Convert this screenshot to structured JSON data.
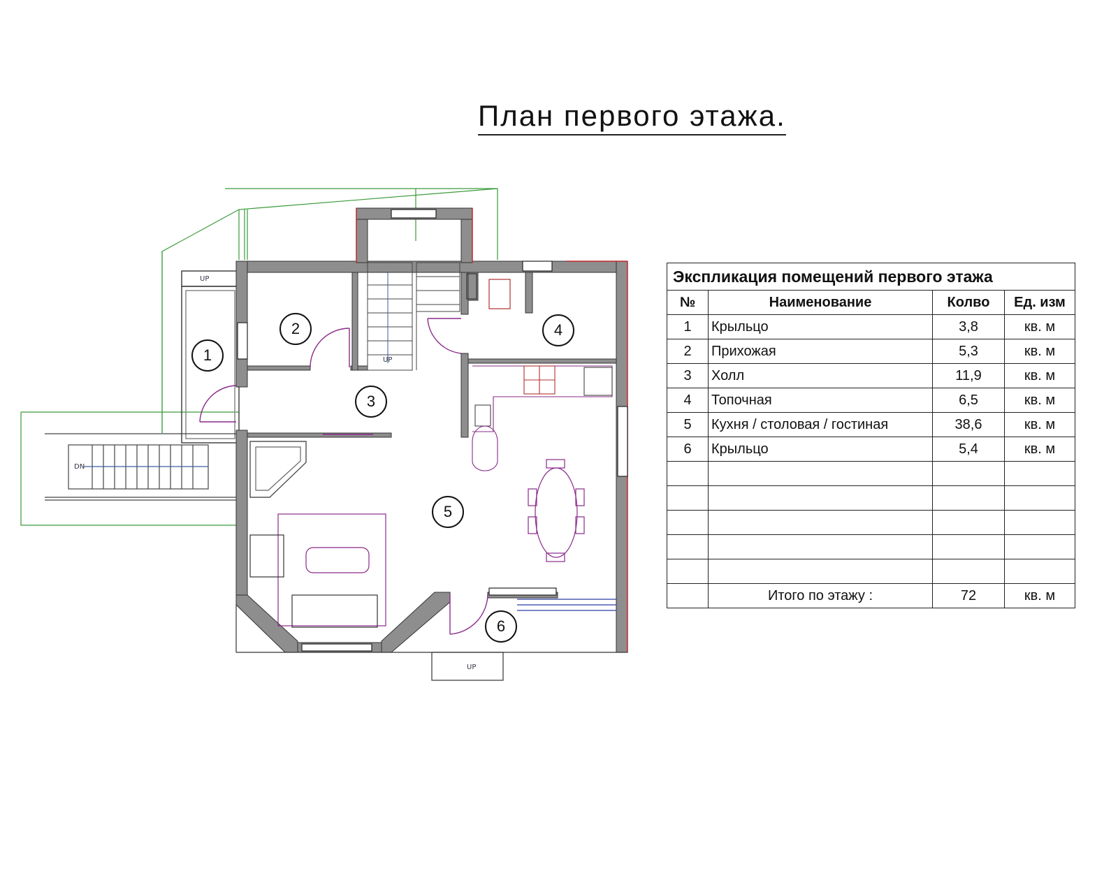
{
  "title": "План  первого  этажа.",
  "rooms": [
    {
      "num": "1"
    },
    {
      "num": "2"
    },
    {
      "num": "3"
    },
    {
      "num": "4"
    },
    {
      "num": "5"
    },
    {
      "num": "6"
    }
  ],
  "stairs": {
    "up_1": "UP",
    "up_2": "UP",
    "up_3": "UP",
    "dn": "DN"
  },
  "explication": {
    "caption": "Экспликация помещений первого этажа",
    "headers": [
      "№",
      "Наименование",
      "Колво",
      "Ед. изм"
    ],
    "rows": [
      {
        "n": "1",
        "name": "Крыльцо",
        "qty": "3,8",
        "unit": "кв. м"
      },
      {
        "n": "2",
        "name": "Прихожая",
        "qty": "5,3",
        "unit": "кв. м"
      },
      {
        "n": "3",
        "name": "Холл",
        "qty": "11,9",
        "unit": "кв. м"
      },
      {
        "n": "4",
        "name": "Топочная",
        "qty": "6,5",
        "unit": "кв. м"
      },
      {
        "n": "5",
        "name": "Кухня / столовая / гостиная",
        "qty": "38,6",
        "unit": "кв. м"
      },
      {
        "n": "6",
        "name": "Крыльцо",
        "qty": "5,4",
        "unit": "кв. м"
      }
    ],
    "total_label": "Итого по этажу  :",
    "total_qty": "72",
    "total_unit": "кв. м"
  }
}
